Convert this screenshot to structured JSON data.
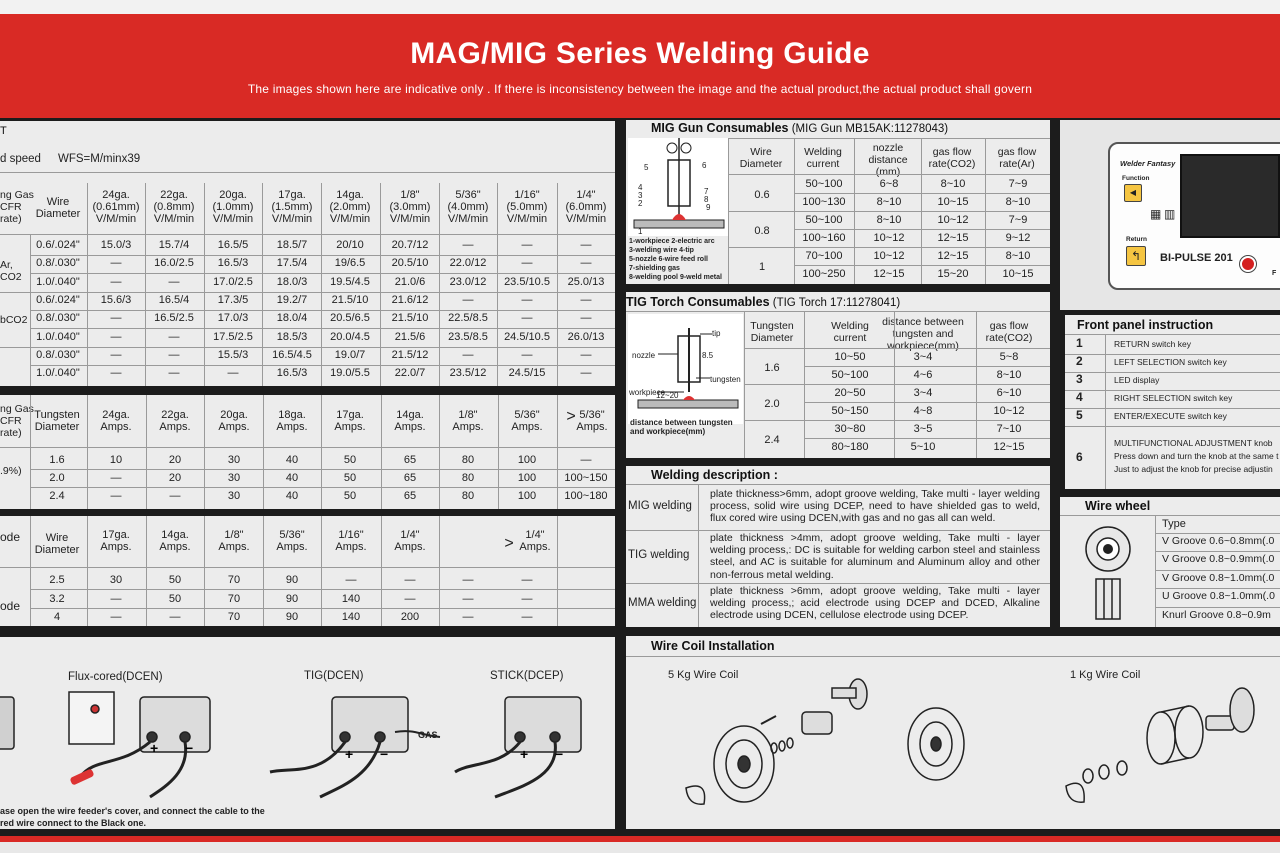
{
  "header": {
    "title": "MAG/MIG Series Welding Guide",
    "subtitle": "The images shown here are indicative only . If there is inconsistency between the image and the actual product,the actual product shall govern"
  },
  "mig_table": {
    "title_fragment": "T",
    "speed_label": "d speed",
    "wfs_label": "WFS=M/minx39",
    "gas_header": "ng Gas\nCFR\nrate)",
    "wire_header": "Wire\nDiameter",
    "col_headers": [
      "24ga.\n(0.61mm)\nV/M/min",
      "22ga.\n(0.8mm)\nV/M/min",
      "20ga.\n(1.0mm)\nV/M/min",
      "17ga.\n(1.5mm)\nV/M/min",
      "14ga.\n(2.0mm)\nV/M/min",
      "1/8\"\n(3.0mm)\nV/M/min",
      "5/36\"\n(4.0mm)\nV/M/min",
      "1/16\"\n(5.0mm)\nV/M/min",
      "1/4\"\n(6.0mm)\nV/M/min"
    ],
    "group_labels": [
      "Ar,\nCO2",
      "bCO2"
    ],
    "rows": [
      {
        "wire": "0.6/.024\"",
        "vals": [
          "15.0/3",
          "15.7/4",
          "16.5/5",
          "18.5/7",
          "20/10",
          "20.7/12",
          "—",
          "—",
          "—"
        ]
      },
      {
        "wire": "0.8/.030\"",
        "vals": [
          "—",
          "16.0/2.5",
          "16.5/3",
          "17.5/4",
          "19/6.5",
          "20.5/10",
          "22.0/12",
          "—",
          "—"
        ]
      },
      {
        "wire": "1.0/.040\"",
        "vals": [
          "—",
          "—",
          "17.0/2.5",
          "18.0/3",
          "19.5/4.5",
          "21.0/6",
          "23.0/12",
          "23.5/10.5",
          "25.0/13"
        ]
      },
      {
        "wire": "0.6/.024\"",
        "vals": [
          "15.6/3",
          "16.5/4",
          "17.3/5",
          "19.2/7",
          "21.5/10",
          "21.6/12",
          "—",
          "—",
          "—"
        ]
      },
      {
        "wire": "0.8/.030\"",
        "vals": [
          "—",
          "16.5/2.5",
          "17.0/3",
          "18.0/4",
          "20.5/6.5",
          "21.5/10",
          "22.5/8.5",
          "—",
          "—"
        ]
      },
      {
        "wire": "1.0/.040\"",
        "vals": [
          "—",
          "—",
          "17.5/2.5",
          "18.5/3",
          "20.0/4.5",
          "21.5/6",
          "23.5/8.5",
          "24.5/10.5",
          "26.0/13"
        ]
      },
      {
        "wire": "0.8/.030\"",
        "vals": [
          "—",
          "—",
          "15.5/3",
          "16.5/4.5",
          "19.0/7",
          "21.5/12",
          "—",
          "—",
          "—"
        ]
      },
      {
        "wire": "1.0/.040\"",
        "vals": [
          "—",
          "—",
          "—",
          "16.5/3",
          "19.0/5.5",
          "22.0/7",
          "23.5/12",
          "24.5/15",
          "—"
        ]
      }
    ]
  },
  "tig_table": {
    "gas_header": "ng Gas\nCFR\nrate)",
    "group_label": ".9%)",
    "diam_header": "Tungsten\nDiameter",
    "col_headers": [
      "24ga.\nAmps.",
      "22ga.\nAmps.",
      "20ga.\nAmps.",
      "18ga.\nAmps.",
      "17ga.\nAmps.",
      "14ga.\nAmps.",
      "1/8\"\nAmps.",
      "5/36\"\nAmps.",
      "5/36\"\nAmps."
    ],
    "last_prefix": ">",
    "rows": [
      {
        "d": "1.6",
        "vals": [
          "10",
          "20",
          "30",
          "40",
          "50",
          "65",
          "80",
          "100",
          "—"
        ]
      },
      {
        "d": "2.0",
        "vals": [
          "—",
          "20",
          "30",
          "40",
          "50",
          "65",
          "80",
          "100",
          "100~150"
        ]
      },
      {
        "d": "2.4",
        "vals": [
          "—",
          "—",
          "30",
          "40",
          "50",
          "65",
          "80",
          "100",
          "100~180"
        ]
      }
    ]
  },
  "mma_table": {
    "label_top": "ode",
    "label_bottom": "ode",
    "wire_header": "Wire\nDiameter",
    "col_headers": [
      "17ga.\nAmps.",
      "14ga.\nAmps.",
      "1/8\"\nAmps.",
      "5/36\"\nAmps.",
      "1/16\"\nAmps.",
      "1/4\"\nAmps."
    ],
    "last_header": "1/4\"\nAmps.",
    "last_prefix": ">",
    "rows": [
      {
        "d": "2.5",
        "vals": [
          "30",
          "50",
          "70",
          "90",
          "—",
          "—",
          "—",
          "—"
        ]
      },
      {
        "d": "3.2",
        "vals": [
          "—",
          "50",
          "70",
          "90",
          "140",
          "—",
          "—",
          "—"
        ]
      },
      {
        "d": "4",
        "vals": [
          "—",
          "—",
          "70",
          "90",
          "140",
          "200",
          "—",
          "—"
        ]
      }
    ]
  },
  "connections": {
    "labels": [
      "Flux-cored(DCEN)",
      "TIG(DCEN)",
      "STICK(DCEP)"
    ],
    "gas_label": "GAS",
    "note_line1": "ase open the wire feeder's cover, and connect the cable to the",
    "note_line2": "red wire connect to the Black one."
  },
  "mig_gun": {
    "title": "MIG Gun Consumables",
    "subtitle": "(MIG Gun MB15AK:11278043)",
    "headers": [
      "Wire\nDiameter",
      "Welding\ncurrent",
      "nozzle\ndistance\n(mm)",
      "gas flow\nrate(CO2)",
      "gas flow\nrate(Ar)"
    ],
    "rows": [
      {
        "wire": "0.6",
        "vals": [
          [
            "50~100",
            "6~8",
            "8~10",
            "7~9"
          ],
          [
            "100~130",
            "8~10",
            "10~15",
            "8~10"
          ]
        ]
      },
      {
        "wire": "0.8",
        "vals": [
          [
            "50~100",
            "8~10",
            "10~12",
            "7~9"
          ],
          [
            "100~160",
            "10~12",
            "12~15",
            "9~12"
          ]
        ]
      },
      {
        "wire": "1",
        "vals": [
          [
            "70~100",
            "10~12",
            "12~15",
            "8~10"
          ],
          [
            "100~250",
            "12~15",
            "15~20",
            "10~15"
          ]
        ]
      }
    ],
    "legend": [
      "1-workpiece  2-electric arc",
      "3-welding wire   4-tip",
      "5-nozzle   6-wire feed roll",
      "7-shielding gas",
      "8-welding pool  9-weld metal"
    ],
    "diagram_numbers": [
      "5",
      "6",
      "4",
      "3",
      "2",
      "7",
      "8",
      "9",
      "1"
    ]
  },
  "tig_torch": {
    "title": "TIG Torch Consumables",
    "subtitle": "(TIG Torch 17:11278041)",
    "headers": [
      "Tungsten\nDiameter",
      "Welding\ncurrent",
      "distance between\ntungsten and\nworkpiece(mm)",
      "gas flow\nrate(CO2)"
    ],
    "rows": [
      {
        "d": "1.6",
        "vals": [
          [
            "10~50",
            "3~4",
            "5~8"
          ],
          [
            "50~100",
            "4~6",
            "8~10"
          ]
        ]
      },
      {
        "d": "2.0",
        "vals": [
          [
            "20~50",
            "3~4",
            "6~10"
          ],
          [
            "50~150",
            "4~8",
            "10~12"
          ]
        ]
      },
      {
        "d": "2.4",
        "vals": [
          [
            "30~80",
            "3~5",
            "7~10"
          ],
          [
            "80~180",
            "5~10",
            "12~15"
          ]
        ]
      }
    ],
    "diagram_labels": [
      "tip",
      "nozzle",
      "tungsten",
      "workpiece",
      "8.5",
      "12~20"
    ],
    "caption": "distance between tungsten\nand workpiece(mm)"
  },
  "welding_description": {
    "title": "Welding description :",
    "items": [
      {
        "name": "MIG welding",
        "text": "plate thickness>6mm, adopt groove welding, Take multi - layer welding process, solid wire using DCEP, need to have shielded gas to weld, flux cored wire using DCEN,with gas and no gas all can weld."
      },
      {
        "name": "TIG welding",
        "text": "plate thickness >4mm, adopt groove welding, Take multi - layer welding process,: DC is suitable for welding carbon steel and stainless steel, and AC is suitable for aluminum and Aluminum alloy and other non-ferrous metal welding."
      },
      {
        "name": "MMA welding",
        "text": "plate thickness >6mm, adopt groove welding, Take multi - layer welding process,; acid electrode using DCEP and DCED, Alkaline electrode using DCEN, cellulose electrode using DCEP."
      }
    ]
  },
  "wire_coil": {
    "title": "Wire Coil Installation",
    "label_5kg": "5 Kg Wire Coil",
    "label_1kg": "1 Kg Wire Coil"
  },
  "control_panel": {
    "brand": "Welder Fantasy",
    "function_label": "Function",
    "return_label": "Return",
    "model": "BI-PULSE 201",
    "side_mark": "F"
  },
  "front_panel": {
    "title": "Front panel instruction",
    "items": [
      {
        "n": "1",
        "text": "RETURN switch key"
      },
      {
        "n": "2",
        "text": "LEFT SELECTION switch key"
      },
      {
        "n": "3",
        "text": "LED display"
      },
      {
        "n": "4",
        "text": "RIGHT SELECTION switch key"
      },
      {
        "n": "5",
        "text": "ENTER/EXECUTE switch key"
      },
      {
        "n": "6",
        "text": "MULTIFUNCTIONAL ADJUSTMENT knob",
        "sub1": "Press down and turn the knob at the same t",
        "sub2": "Just to adjust the knob for precise adjustin"
      }
    ]
  },
  "wire_wheel": {
    "title": "Wire wheel",
    "type_header": "Type",
    "rows": [
      "V Groove 0.6~0.8mm(.0",
      "V Groove 0.8~0.9mm(.0",
      "V Groove 0.8~1.0mm(.0",
      "U Groove 0.8~1.0mm(.0",
      "Knurl Groove 0.8~0.9m"
    ]
  }
}
